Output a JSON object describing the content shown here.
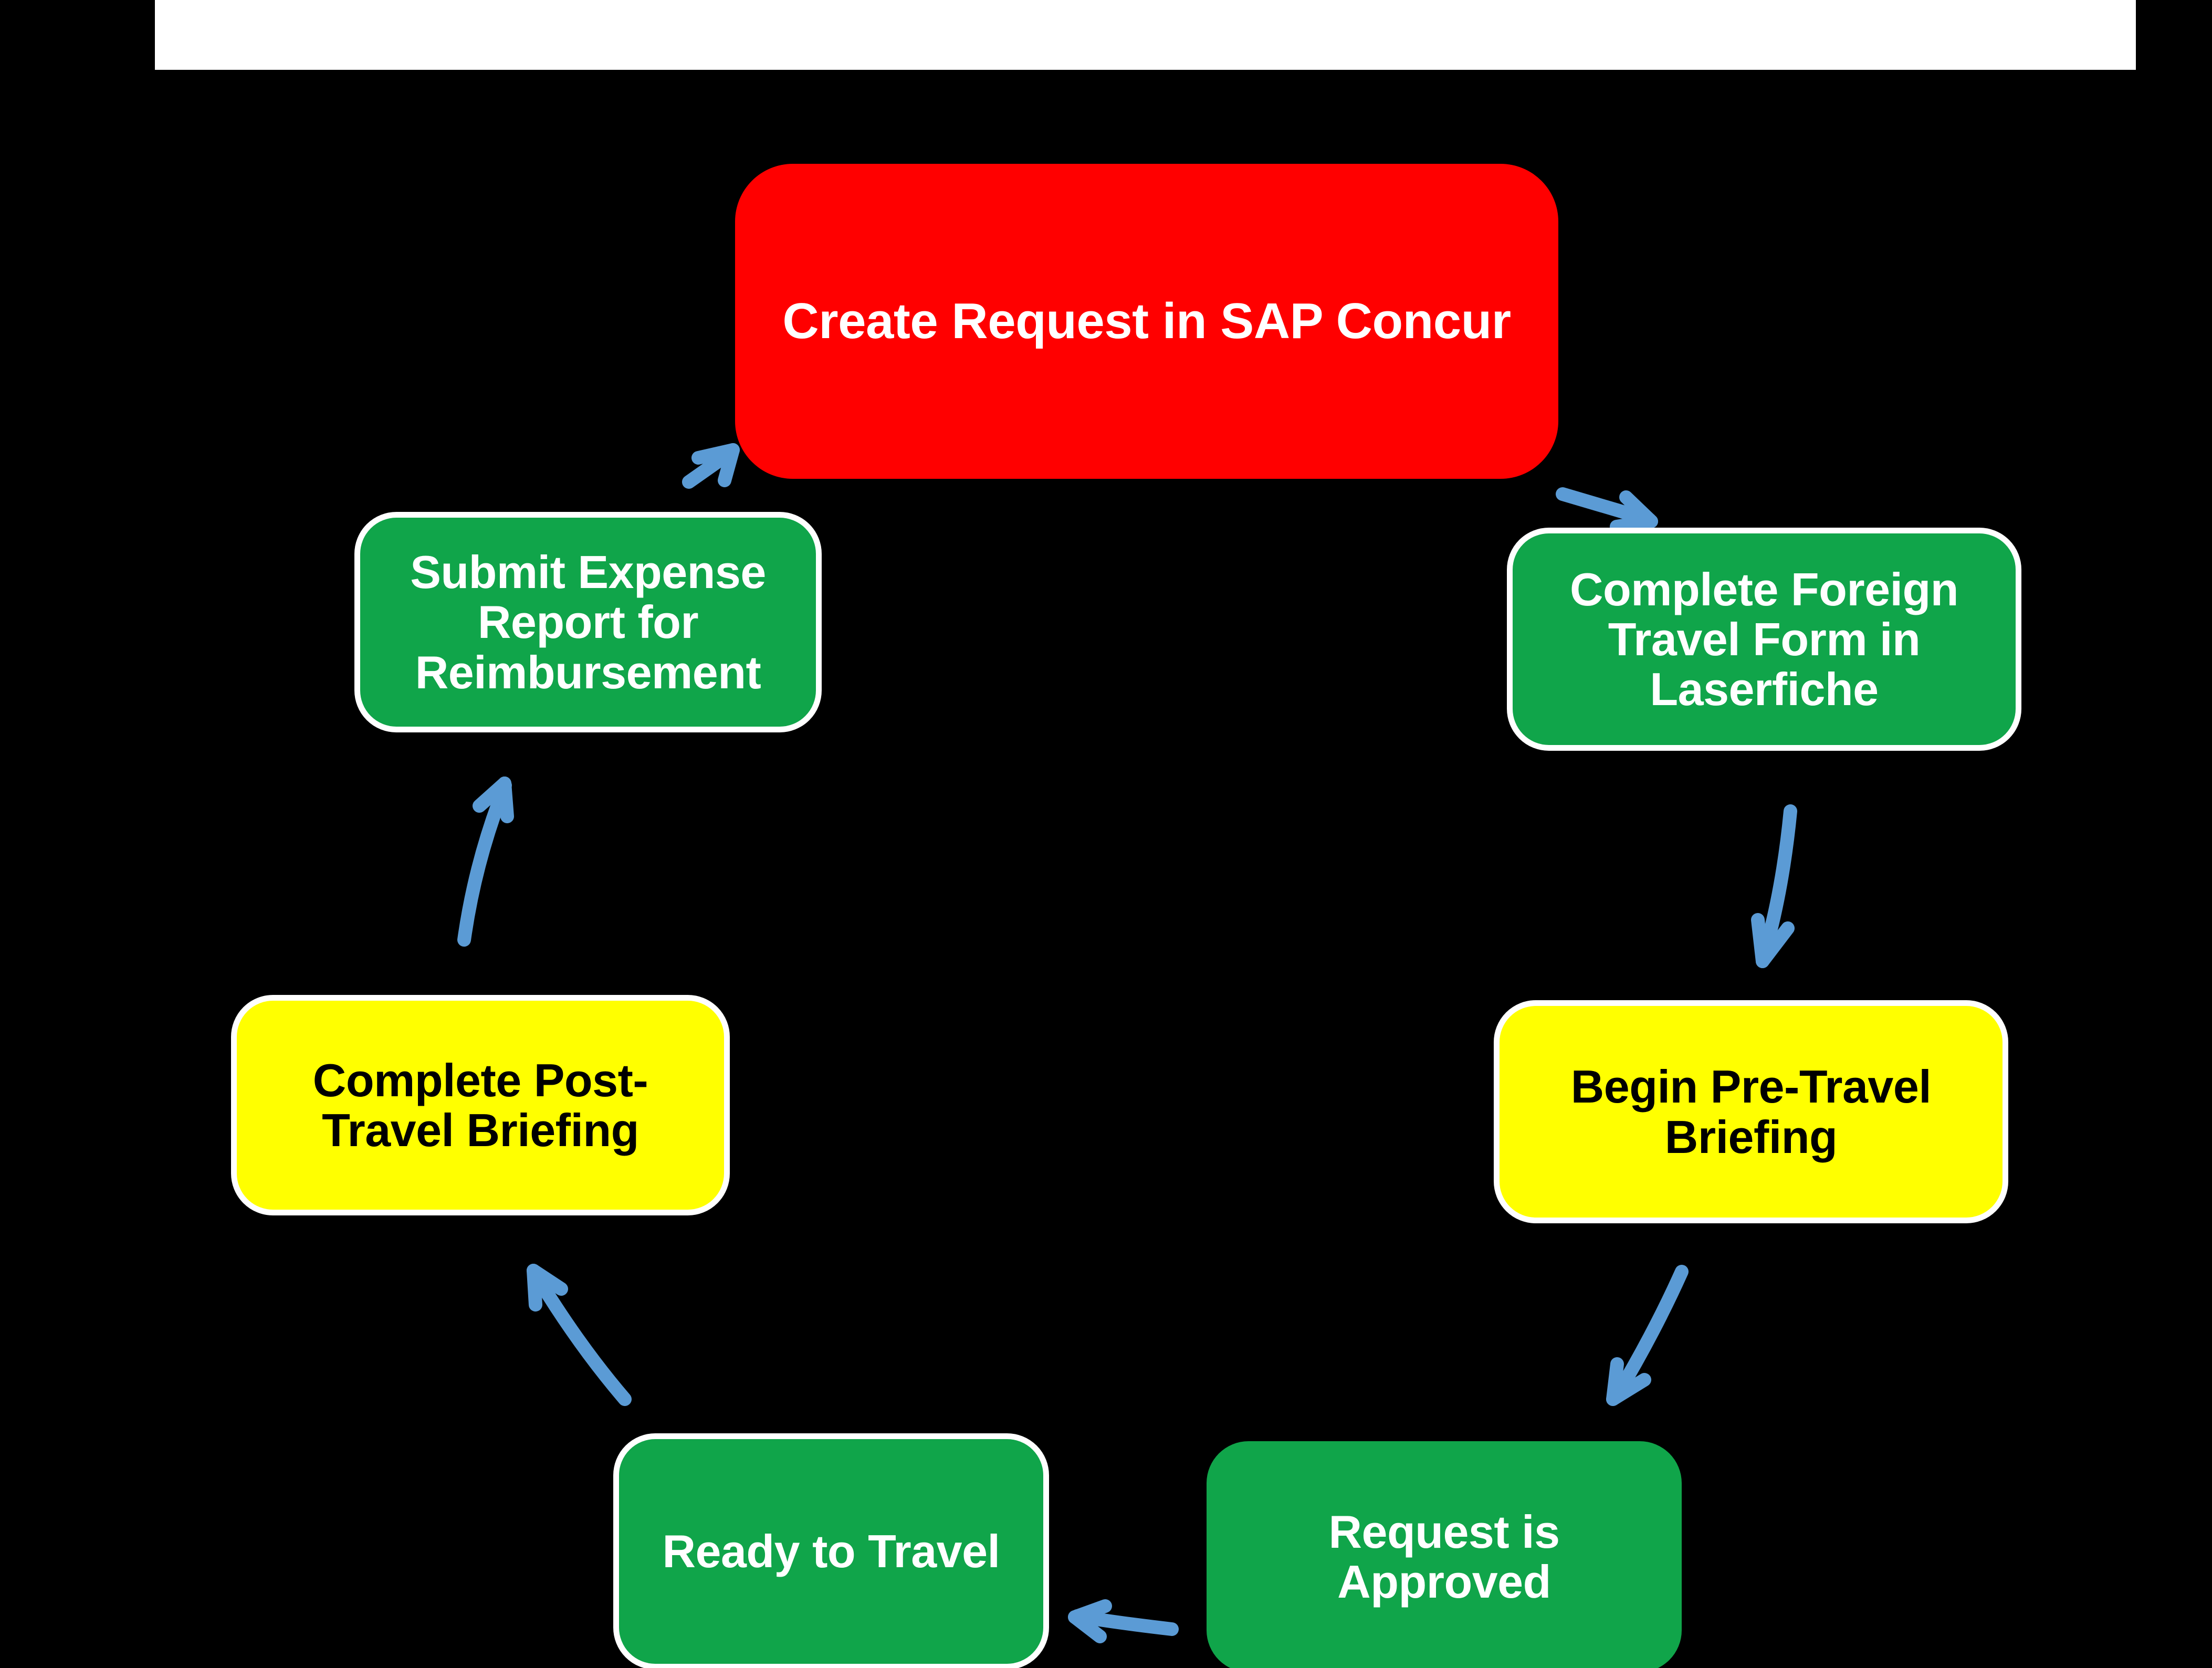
{
  "page": {
    "background_color": "#000000",
    "title_bar": {
      "visible": true,
      "background_color": "#ffffff",
      "text": ""
    }
  },
  "diagram": {
    "type": "cycle-flowchart",
    "direction": "clockwise",
    "arrow_color": "#5B9BD5",
    "nodes": [
      {
        "id": "create-request",
        "label": "Create Request in SAP Concur",
        "fill": "#ff0000",
        "text_color": "#ffffff",
        "border_color": "none",
        "order": 1
      },
      {
        "id": "foreign-travel-form",
        "label": "Complete Foreign\nTravel Form in\nLaserfiche",
        "fill": "#10a54a",
        "text_color": "#ffffff",
        "border_color": "#ffffff",
        "order": 2
      },
      {
        "id": "begin-pre-travel",
        "label": "Begin Pre-Travel\nBriefing",
        "fill": "#ffff00",
        "text_color": "#000000",
        "border_color": "#ffffff",
        "order": 3
      },
      {
        "id": "request-approved",
        "label": "Request is\nApproved",
        "fill": "#10a54a",
        "text_color": "#ffffff",
        "border_color": "none",
        "order": 4
      },
      {
        "id": "ready-to-travel",
        "label": "Ready to Travel",
        "fill": "#10a54a",
        "text_color": "#ffffff",
        "border_color": "#ffffff",
        "order": 5
      },
      {
        "id": "post-travel-briefing",
        "label": "Complete Post-\nTravel Briefing",
        "fill": "#ffff00",
        "text_color": "#000000",
        "border_color": "#ffffff",
        "order": 6
      },
      {
        "id": "submit-expense",
        "label": "Submit Expense\nReport for\nReimbursement",
        "fill": "#10a54a",
        "text_color": "#ffffff",
        "border_color": "#ffffff",
        "order": 7
      }
    ],
    "connectors": [
      {
        "id": "create-to-foreign",
        "from": "create-request",
        "to": "foreign-travel-form",
        "style": "curved-arrow"
      },
      {
        "id": "foreign-to-pretravel",
        "from": "foreign-travel-form",
        "to": "begin-pre-travel",
        "style": "curved-arrow"
      },
      {
        "id": "pretravel-to-approved",
        "from": "begin-pre-travel",
        "to": "request-approved",
        "style": "curved-arrow"
      },
      {
        "id": "approved-to-ready",
        "from": "request-approved",
        "to": "ready-to-travel",
        "style": "curved-arrow"
      },
      {
        "id": "ready-to-posttravel",
        "from": "ready-to-travel",
        "to": "post-travel-briefing",
        "style": "curved-arrow"
      },
      {
        "id": "posttravel-to-submit",
        "from": "post-travel-briefing",
        "to": "submit-expense",
        "style": "curved-arrow"
      },
      {
        "id": "submit-to-create",
        "from": "submit-expense",
        "to": "create-request",
        "style": "curved-arrow"
      }
    ]
  }
}
